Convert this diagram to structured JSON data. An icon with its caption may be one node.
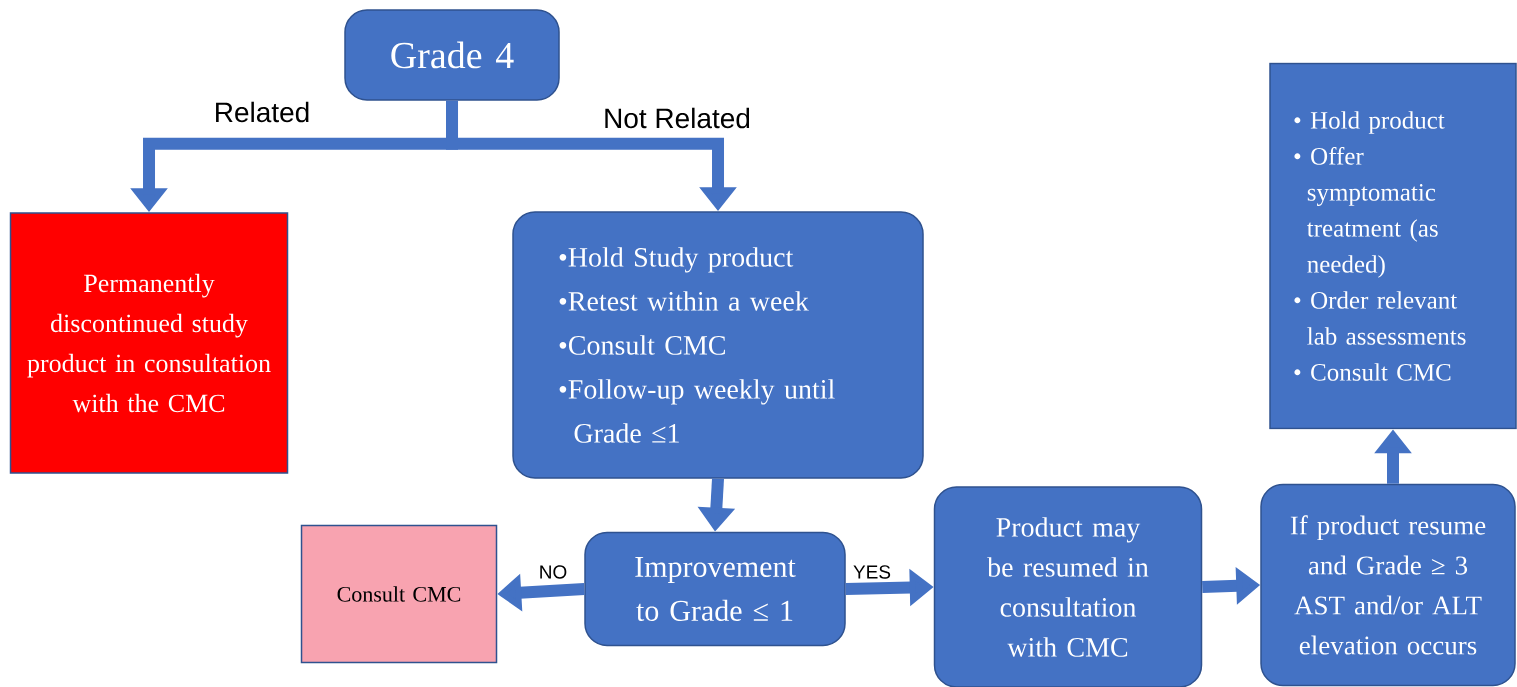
{
  "diagram": {
    "nodes": [
      {
        "text": [
          "Grade 4"
        ]
      },
      {
        "text": [
          "Permanently discontinued study product in consultation with the CMC"
        ]
      },
      {
        "text": [
          "•Hold Study product",
          "•Retest within a week",
          "•Consult CMC",
          "•Follow-up weekly until Grade ≤1"
        ]
      },
      {
        "text": [
          "Consult CMC"
        ]
      },
      {
        "text": [
          "Improvement to Grade ≤ 1"
        ]
      },
      {
        "text": [
          "Product may be resumed in consultation with CMC"
        ]
      },
      {
        "text": [
          "If product resume and Grade ≥ 3 AST and/or ALT elevation occurs"
        ]
      },
      {
        "text": [
          "• Hold product",
          "• Offer symptomatic treatment (as needed)",
          "• Order relevant lab assessments",
          "• Consult CMC"
        ]
      }
    ],
    "edges": [
      {
        "from": 0,
        "to": 1,
        "arrow": "to",
        "label": "Related"
      },
      {
        "from": 0,
        "to": 2,
        "arrow": "to",
        "label": "Not Related"
      },
      {
        "from": 2,
        "to": 4,
        "arrow": "to"
      },
      {
        "from": 4,
        "to": 3,
        "arrow": "to",
        "label": "NO"
      },
      {
        "from": 4,
        "to": 5,
        "arrow": "to",
        "label": "YES"
      },
      {
        "from": 5,
        "to": 6,
        "arrow": "to"
      },
      {
        "from": 6,
        "to": 7,
        "arrow": "to"
      }
    ]
  }
}
